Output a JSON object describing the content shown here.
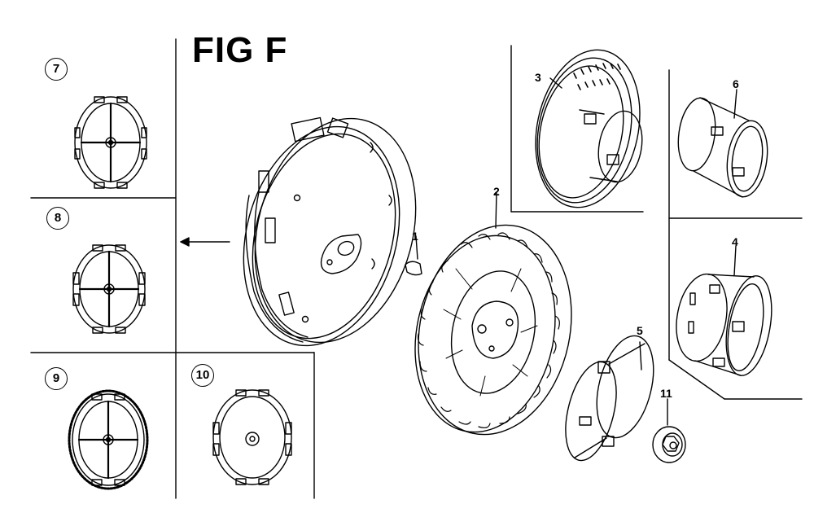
{
  "figure": {
    "title": "FIG F"
  },
  "callouts": {
    "c1": "1",
    "c2": "2",
    "c3": "3",
    "c4": "4",
    "c5": "5",
    "c6": "6",
    "c7": "7",
    "c8": "8",
    "c9": "9",
    "c10": "10",
    "c11": "11"
  },
  "colors": {
    "ink": "#000000",
    "paper": "#ffffff"
  }
}
